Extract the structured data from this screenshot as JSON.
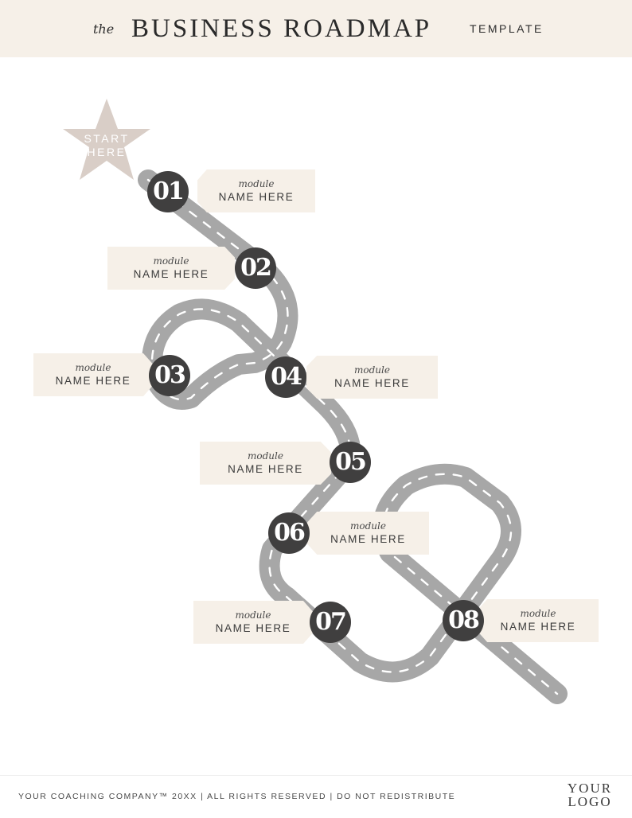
{
  "header": {
    "prefix": "the",
    "title": "BUSINESS ROADMAP",
    "suffix": "TEMPLATE"
  },
  "start": {
    "line1": "START",
    "line2": "HERE"
  },
  "modules": [
    {
      "number": "01",
      "label_top": "module",
      "label_bottom": "NAME HERE"
    },
    {
      "number": "02",
      "label_top": "module",
      "label_bottom": "NAME HERE"
    },
    {
      "number": "03",
      "label_top": "module",
      "label_bottom": "NAME HERE"
    },
    {
      "number": "04",
      "label_top": "module",
      "label_bottom": "NAME HERE"
    },
    {
      "number": "05",
      "label_top": "module",
      "label_bottom": "NAME HERE"
    },
    {
      "number": "06",
      "label_top": "module",
      "label_bottom": "NAME HERE"
    },
    {
      "number": "07",
      "label_top": "module",
      "label_bottom": "NAME HERE"
    },
    {
      "number": "08",
      "label_top": "module",
      "label_bottom": "NAME HERE"
    }
  ],
  "footer": {
    "text": "YOUR COACHING COMPANY™ 20XX | ALL RIGHTS RESERVED | DO NOT REDISTRIBUTE"
  },
  "logo": {
    "line1": "YOUR",
    "line2": "LOGO"
  },
  "colors": {
    "header_bg": "#f6f0e8",
    "road": "#a7a7a7",
    "circle": "#403f3f",
    "star": "#d9cec7"
  }
}
